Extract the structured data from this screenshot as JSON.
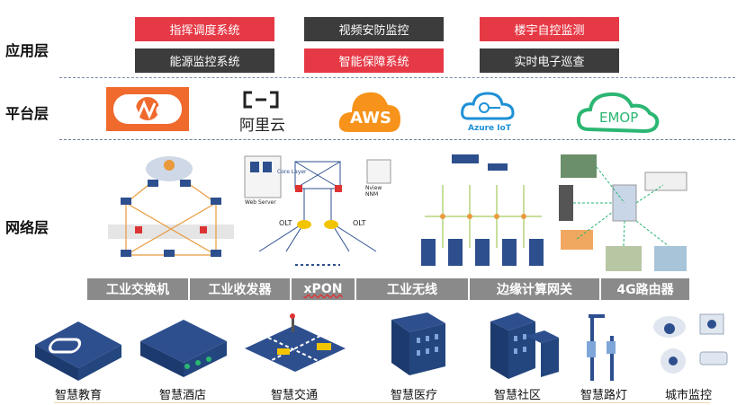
{
  "layers": {
    "application": "应用层",
    "platform": "平台层",
    "network": "网络层"
  },
  "application_systems": [
    {
      "label": "指挥调度系统",
      "color": "#e63946"
    },
    {
      "label": "视频安防监控",
      "color": "#3c3c3c"
    },
    {
      "label": "楼宇自控监测",
      "color": "#e63946"
    },
    {
      "label": "能源监控系统",
      "color": "#3c3c3c"
    },
    {
      "label": "智能保障系统",
      "color": "#e63946"
    },
    {
      "label": "实时电子巡查",
      "color": "#3c3c3c"
    }
  ],
  "platforms": {
    "aliyun": "阿里云",
    "aws": "AWS",
    "azure": "Azure IoT",
    "emop": "EMOP"
  },
  "network_diagram_labels": {
    "olt_left": "OLT",
    "olt_right": "OLT",
    "core_layer": "Core Layer",
    "web_server": "Web Server",
    "nview": "Nview NNM"
  },
  "network_tabs": [
    "工业交换机",
    "工业收发器",
    "xPON",
    "工业无线",
    "边缘计算网关",
    "4G路由器"
  ],
  "scenarios": [
    "智慧教育",
    "智慧酒店",
    "智慧交通",
    "智慧医疗",
    "智慧社区",
    "智慧路灯",
    "城市监控"
  ],
  "colors": {
    "accent_red": "#e63946",
    "dark_button": "#3c3c3c",
    "tab_gray": "#8a8a8a",
    "building_blue": "#2d4f8e"
  }
}
